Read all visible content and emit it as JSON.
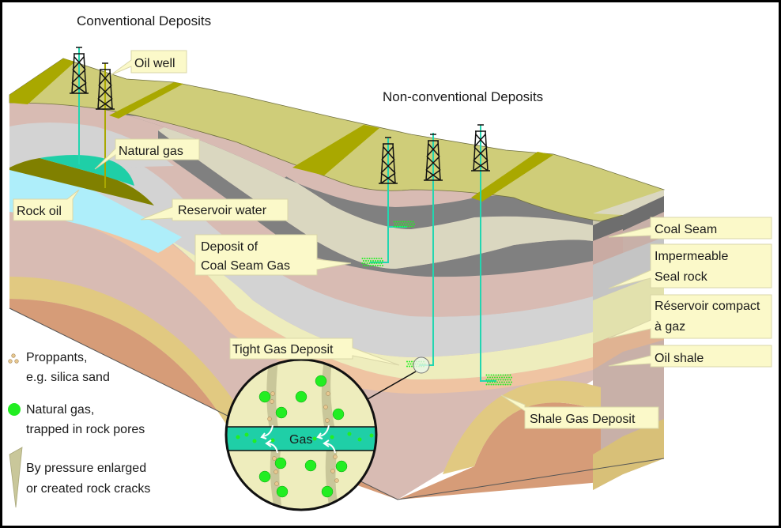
{
  "titles": {
    "conventional": "Conventional Deposits",
    "non_conventional": "Non-conventional Deposits"
  },
  "callouts": {
    "oil_well": "Oil well",
    "natural_gas": "Natural gas",
    "rock_oil": "Rock oil",
    "reservoir_water": "Reservoir water",
    "coal_seam_gas_line1": "Deposit of",
    "coal_seam_gas_line2": "Coal Seam Gas",
    "tight_gas": "Tight Gas Deposit",
    "shale_gas": "Shale Gas Deposit",
    "gas_channel": "Gas"
  },
  "layer_labels": {
    "coal_seam": "Coal Seam",
    "seal_rock_line1": "Impermeable",
    "seal_rock_line2": "Seal rock",
    "reservoir_line1": "Réservoir compact",
    "reservoir_line2": "à gaz",
    "oil_shale": "Oil shale"
  },
  "legend": [
    {
      "icon": "proppant-dots-icon",
      "line1": "Proppants,",
      "line2": "e.g. silica sand"
    },
    {
      "icon": "green-circle-icon",
      "line1": "Natural gas,",
      "line2": "trapped in rock pores"
    },
    {
      "icon": "rock-crack-icon",
      "line1": "By pressure enlarged",
      "line2": "or created rock cracks"
    }
  ],
  "colors": {
    "surface": "#cfcd79",
    "surface_dark": "#a9a800",
    "coal": "#808080",
    "beige": "#dad7c0",
    "pink": "#d8bbb3",
    "grey": "#d3d3d3",
    "cream": "#eeedbd",
    "peach": "#efc4a2",
    "sand": "#e1c981",
    "terracotta": "#d69c78",
    "well_pipe": "#22d6b0",
    "gas_cap": "#1fcfa7",
    "oil": "#808000",
    "water": "#aeeefa",
    "gas_dot": "#22ee22"
  }
}
